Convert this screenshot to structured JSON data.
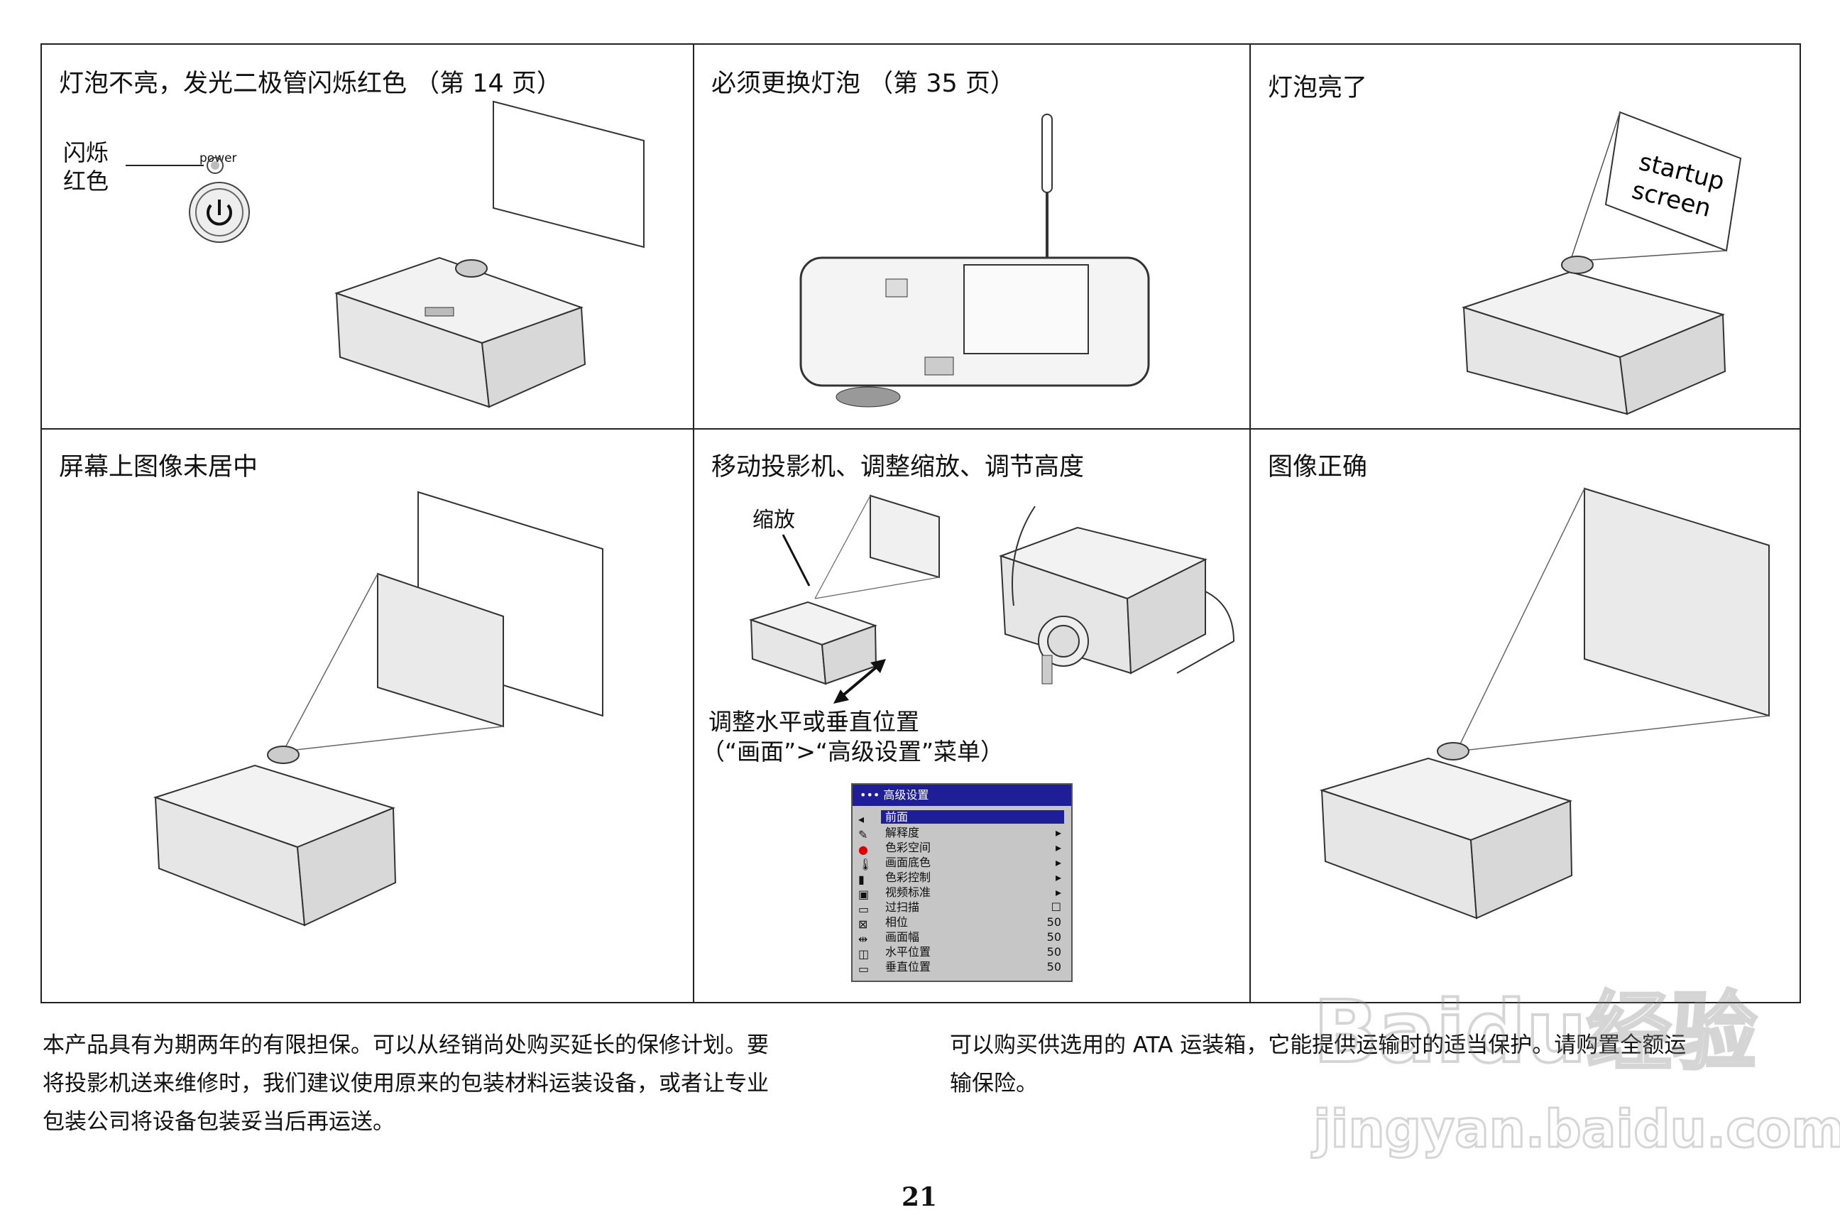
{
  "panels": {
    "p1": {
      "title": "灯泡不亮，发光二极管闪烁红色 （第 14 页）",
      "label_flash": "闪烁",
      "label_red": "红色",
      "power_label": "power"
    },
    "p2": {
      "title": "必须更换灯泡 （第 35 页）"
    },
    "p3": {
      "title": "灯泡亮了",
      "screen_line1": "startup",
      "screen_line2": "screen"
    },
    "p4": {
      "title": "屏幕上图像未居中"
    },
    "p5": {
      "title": "移动投影机、调整缩放、调节高度",
      "zoom_label": "缩放",
      "adjust_line1": "调整水平或垂直位置",
      "adjust_line2": "（“画面”>“高级设置”菜单）"
    },
    "p6": {
      "title": "图像正确"
    }
  },
  "osd_menu": {
    "header": "••• 高级设置",
    "back_icon": "left-arrow-icon",
    "rows": [
      {
        "label": "前面",
        "value": "",
        "icon": "back-arrow-icon"
      },
      {
        "label": "解释度",
        "value": "▸",
        "icon": "pen-icon"
      },
      {
        "label": "色彩空间",
        "value": "▸",
        "icon": "rgb-dots-icon"
      },
      {
        "label": "画面底色",
        "value": "▸",
        "icon": "thermometer-icon"
      },
      {
        "label": "色彩控制",
        "value": "▸",
        "icon": "color-bars-icon"
      },
      {
        "label": "视频标准",
        "value": "▸",
        "icon": "video-standard-icon"
      },
      {
        "label": "过扫描",
        "value": "☐",
        "icon": "overscan-icon"
      },
      {
        "label": "相位",
        "value": "50",
        "icon": "phase-icon"
      },
      {
        "label": "画面幅",
        "value": "50",
        "icon": "width-icon"
      },
      {
        "label": "水平位置",
        "value": "50",
        "icon": "h-position-icon"
      },
      {
        "label": "垂直位置",
        "value": "50",
        "icon": "v-position-icon"
      }
    ],
    "colors": {
      "header_bg": "#1e1e96",
      "menu_bg": "#c6c6c6"
    }
  },
  "footer": {
    "left_paragraph": [
      "本产品具有为期两年的有限担保。可以从经销尚处购买延长的保修计划。要",
      "将投影机送来维修时，我们建议使用原来的包装材料运装设备，或者让专业",
      "包装公司将设备包装妥当后再运送。"
    ],
    "right_paragraph": [
      "可以购买供选用的 ATA 运装箱，它能提供运输时的适当保护。请购置全额运",
      "输保险。"
    ],
    "page_number": "21"
  },
  "watermark": {
    "line1": "Baidu经验",
    "line2": "jingyan.baidu.com"
  }
}
